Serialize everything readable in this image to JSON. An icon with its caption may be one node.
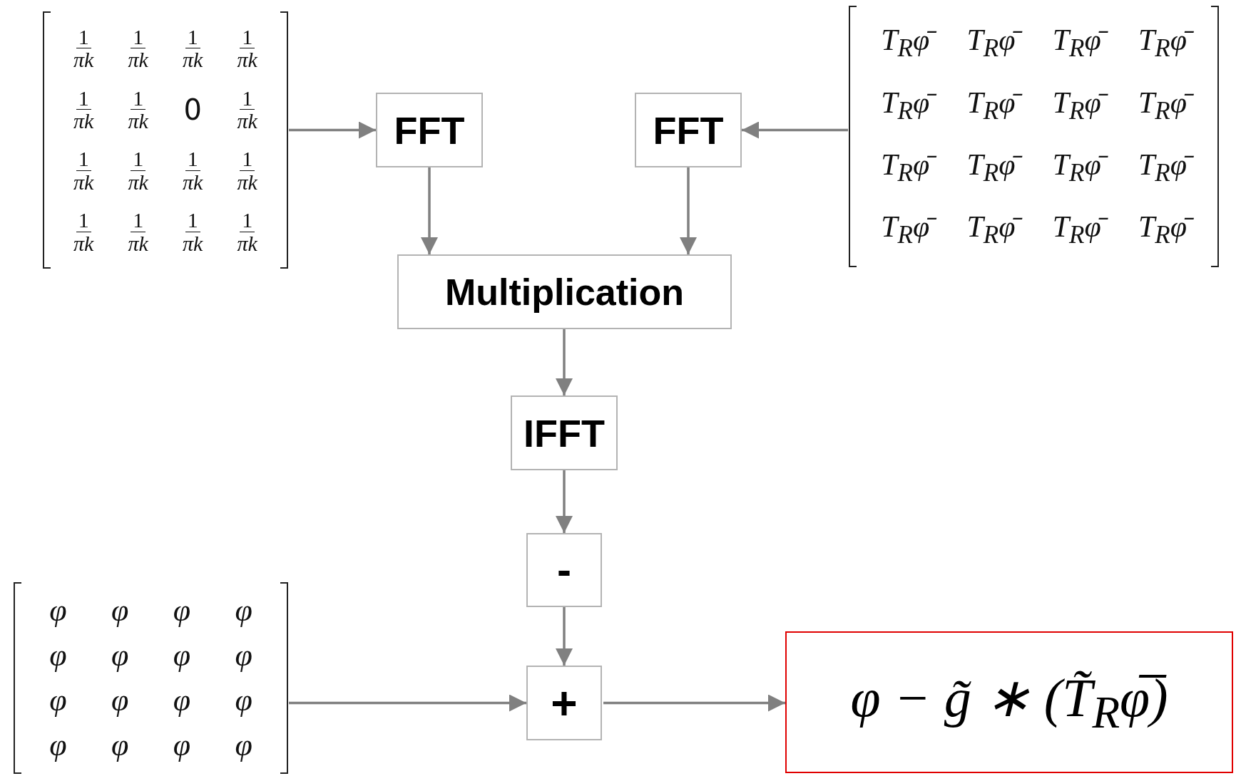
{
  "diagram": {
    "nodes": [
      {
        "text": [
          "1 πk",
          "1 πk",
          "1 πk",
          "1 πk",
          "1 πk",
          "1 πk",
          "0",
          "1 πk",
          "1 πk",
          "1 πk",
          "1 πk",
          "1 πk",
          "1 πk",
          "1 πk",
          "1 πk",
          "1 πk"
        ]
      },
      {
        "text": [
          "FFT"
        ]
      },
      {
        "text": [
          "FFT"
        ]
      },
      {
        "text": [
          "T$_{R}$φ̄",
          "T$_{R}$φ̄",
          "T$_{R}$φ̄",
          "T$_{R}$φ̄",
          "T$_{R}$φ̄",
          "T$_{R}$φ̄",
          "T$_{R}$φ̄",
          "T$_{R}$φ̄",
          "T$_{R}$φ̄",
          "T$_{R}$φ̄",
          "T$_{R}$φ̄",
          "T$_{R}$φ̄",
          "T$_{R}$φ̄",
          "T$_{R}$φ̄",
          "T$_{R}$φ̄",
          "T$_{R}$φ̄"
        ]
      },
      {
        "text": [
          "Multiplication"
        ]
      },
      {
        "text": [
          "IFFT"
        ]
      },
      {
        "text": [
          "-"
        ]
      },
      {
        "text": [
          "φ",
          "φ",
          "φ",
          "φ",
          "φ",
          "φ",
          "φ",
          "φ",
          "φ",
          "φ",
          "φ",
          "φ",
          "φ",
          "φ",
          "φ",
          "φ"
        ]
      },
      {
        "text": [
          "+"
        ]
      },
      {
        "text": [
          "φ − g̃ ∗ (T̃$_{R}$φ̅)"
        ]
      }
    ],
    "edges": [
      {
        "from": 0,
        "to": 1,
        "arrow": "to"
      },
      {
        "from": 3,
        "to": 2,
        "arrow": "to"
      },
      {
        "from": 1,
        "to": 4,
        "arrow": "to"
      },
      {
        "from": 2,
        "to": 4,
        "arrow": "to"
      },
      {
        "from": 4,
        "to": 5,
        "arrow": "to"
      },
      {
        "from": 5,
        "to": 6,
        "arrow": "to"
      },
      {
        "from": 6,
        "to": 8,
        "arrow": "to"
      },
      {
        "from": 7,
        "to": 8,
        "arrow": "to"
      },
      {
        "from": 8,
        "to": 9,
        "arrow": "to"
      }
    ]
  }
}
